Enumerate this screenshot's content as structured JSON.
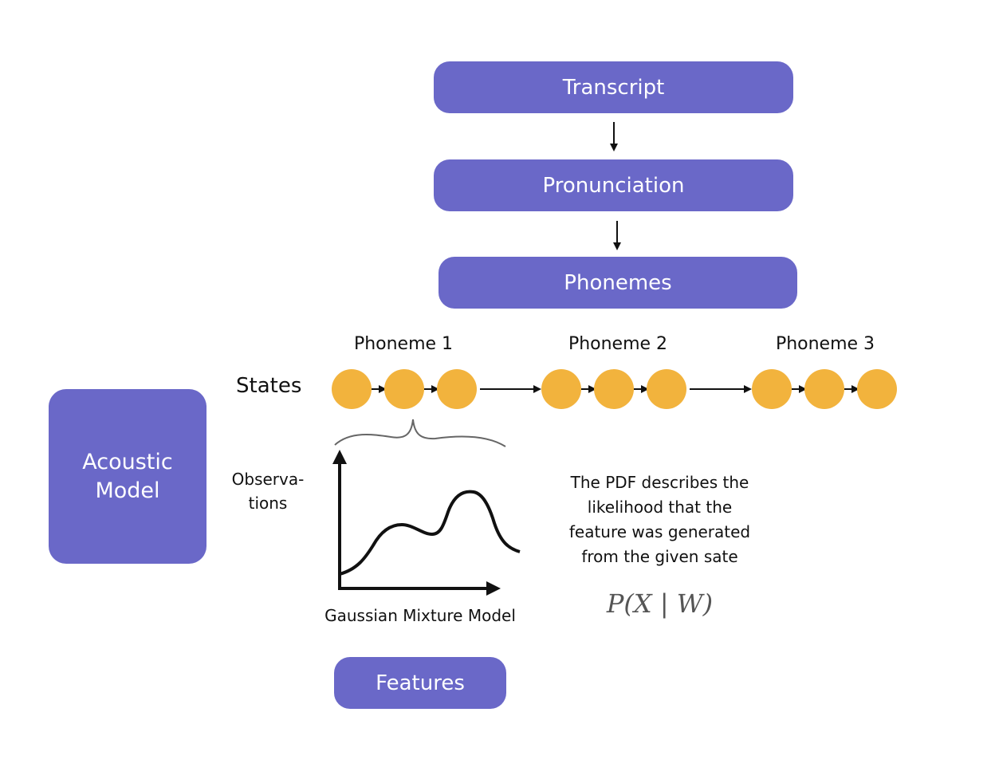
{
  "colors": {
    "box_fill": "#6a68c8",
    "state_fill": "#f2b33d",
    "arrow": "#111111",
    "formula": "#555555"
  },
  "pipeline": {
    "transcript": "Transcript",
    "pronunciation": "Pronunciation",
    "phonemes": "Phonemes"
  },
  "acoustic_model": {
    "label": "Acoustic\nModel"
  },
  "states": {
    "label": "States",
    "phonemes": [
      {
        "label": "Phoneme 1",
        "state_count": 3
      },
      {
        "label": "Phoneme 2",
        "state_count": 3
      },
      {
        "label": "Phoneme 3",
        "state_count": 3
      }
    ]
  },
  "observations": {
    "label": "Observa-\ntions"
  },
  "gmm": {
    "label": "Gaussian Mixture Model"
  },
  "pdf_description": "The PDF describes the\nlikelihood that the\nfeature was generated\nfrom the given sate",
  "formula": "P(X | W)",
  "features": {
    "label": "Features"
  }
}
